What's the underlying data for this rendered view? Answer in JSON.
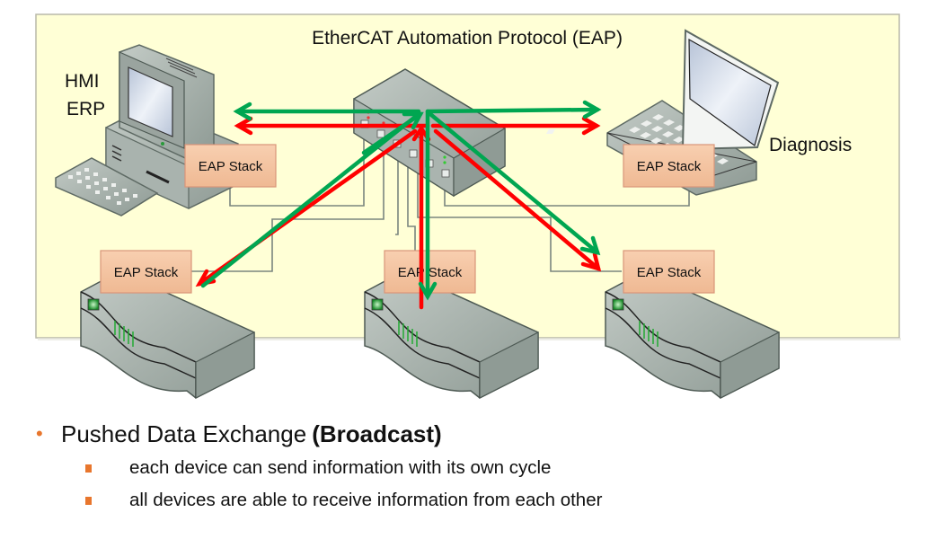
{
  "diagram": {
    "title": "EtherCAT Automation Protocol (EAP)",
    "labels": {
      "pc_line1": "HMI",
      "pc_line2": "ERP",
      "laptop": "Diagnosis"
    },
    "stack_label": "EAP Stack",
    "nodes": [
      {
        "id": "pc",
        "type": "desktop-computer",
        "name": "HMI / ERP",
        "stack": "EAP Stack"
      },
      {
        "id": "laptop",
        "type": "laptop",
        "name": "Diagnosis",
        "stack": "EAP Stack"
      },
      {
        "id": "dev1",
        "type": "network-device",
        "stack": "EAP Stack"
      },
      {
        "id": "dev2",
        "type": "network-device",
        "stack": "EAP Stack"
      },
      {
        "id": "dev3",
        "type": "network-device",
        "stack": "EAP Stack"
      },
      {
        "id": "switch",
        "type": "network-switch"
      }
    ],
    "arrow_colors": {
      "green": "#00a651",
      "red": "#ff0000"
    },
    "panel_color": "#ffffd6",
    "stack_color": "#f5c6a5"
  },
  "bullets": {
    "main_text": "Pushed Data Exchange",
    "main_bold": "(Broadcast)",
    "sub": [
      "each device can send information with its own cycle",
      "all devices are able to receive information from each other"
    ],
    "bullet_color": "#e8762d"
  }
}
